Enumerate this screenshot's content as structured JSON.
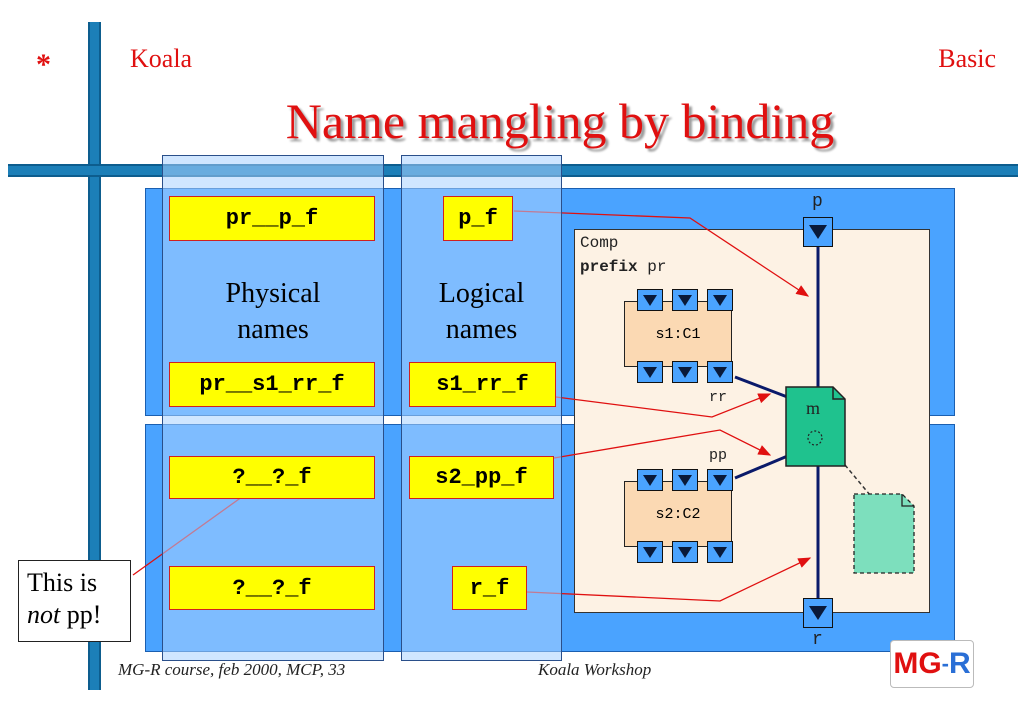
{
  "header": {
    "bullet": "*",
    "left": "Koala",
    "right": "Basic"
  },
  "title": "Name mangling by binding",
  "diagram": {
    "physical_label_line1": "Physical",
    "physical_label_line2": "names",
    "logical_label_line1": "Logical",
    "logical_label_line2": "names",
    "physical_names": [
      "pr__p_f",
      "pr__s1_rr_f",
      "?__?_f",
      "?__?_f"
    ],
    "logical_names": [
      "p_f",
      "s1_rr_f",
      "s2_pp_f",
      "r_f"
    ],
    "component": {
      "kind": "Comp",
      "prefix_keyword": "prefix",
      "prefix_value": "pr",
      "top_port": "p",
      "bottom_port": "r",
      "module": "m",
      "sub1": {
        "name": "s1:C1",
        "port": "rr"
      },
      "sub2": {
        "name": "s2:C2",
        "port": "pp"
      }
    }
  },
  "note": {
    "line1": "This is",
    "line2_italic": "not",
    "line2_rest": " pp!"
  },
  "footer": {
    "left": "MG-R course, feb 2000, MCP, 33",
    "center": "Koala Workshop"
  },
  "logo": {
    "part1": "M",
    "part2": "G",
    "part3": "-",
    "part4": "R"
  },
  "colors": {
    "accent_red": "#e01010",
    "bar_blue": "#1c7fb8",
    "panel_blue": "#4aa3ff",
    "name_yellow": "#ffff00",
    "module_green": "#1fc28e"
  }
}
